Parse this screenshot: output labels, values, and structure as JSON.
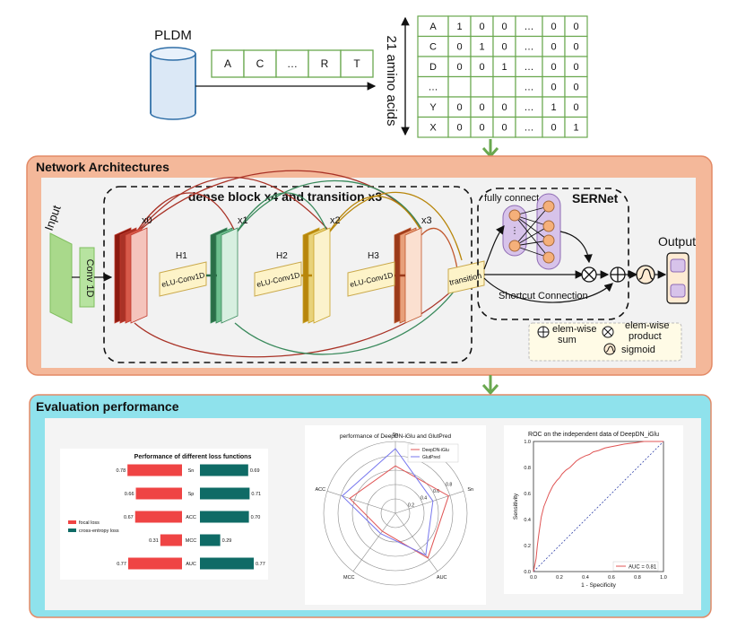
{
  "top": {
    "db_label": "PLDM",
    "sequence": [
      "A",
      "C",
      "…",
      "R",
      "T"
    ],
    "axis_label": "21 amino acids",
    "onehot_rows": [
      [
        "A",
        "1",
        "0",
        "0",
        "…",
        "0",
        "0"
      ],
      [
        "C",
        "0",
        "1",
        "0",
        "…",
        "0",
        "0"
      ],
      [
        "D",
        "0",
        "0",
        "1",
        "…",
        "0",
        "0"
      ],
      [
        "…",
        "",
        "",
        "",
        "…",
        "0",
        "0"
      ],
      [
        "Y",
        "0",
        "0",
        "0",
        "…",
        "1",
        "0"
      ],
      [
        "X",
        "0",
        "0",
        "0",
        "…",
        "0",
        "1"
      ]
    ]
  },
  "network": {
    "title": "Network Architectures",
    "input_label": "Input",
    "conv_label": "Conv 1D",
    "dense_title": "dense block x4 and transition x3",
    "x_labels": [
      "x0",
      "x1",
      "x2",
      "x3"
    ],
    "h_labels": [
      "H1",
      "H2",
      "H3"
    ],
    "elu_label": "eLU-Conv1D",
    "transition_label": "transition",
    "sernet_title": "SERNet",
    "fully_connect": "fully connect",
    "shortcut": "Shortcut Connection",
    "output_label": "Output",
    "legend": {
      "sum": "elem-wise\nsum",
      "product": "elem-wise\nproduct",
      "sigmoid": "sigmoid"
    },
    "colors": {
      "x0": "#c0392b",
      "x1": "#3a8a5c",
      "x2": "#c9a227",
      "x3": "#c0552b"
    }
  },
  "evaluation": {
    "title": "Evaluation performance",
    "charts": [
      {
        "type": "bar",
        "title": "Performance of different loss functions",
        "categories": [
          "Sn",
          "Sp",
          "ACC",
          "MCC",
          "AUC"
        ],
        "series": [
          {
            "name": "focal loss",
            "values": [
              0.78,
              0.66,
              0.67,
              0.31,
              0.77
            ],
            "color": "#ef4444"
          },
          {
            "name": "cross-entropy loss",
            "values": [
              0.69,
              0.71,
              0.7,
              0.29,
              0.77
            ],
            "color": "#0f6b66"
          }
        ],
        "value_labels": {
          "left": [
            "0.78",
            "0.66",
            "0.67",
            "0.31",
            "0.77"
          ],
          "right": [
            "0.69",
            "0.71",
            "0.70",
            "0.29",
            "0.77"
          ]
        }
      },
      {
        "type": "radar",
        "title": "performance of DeepDN-iGlu and GlutPred",
        "axes": [
          "Sp",
          "Sn",
          "AUC",
          "MCC",
          "ACC"
        ],
        "ring_labels": [
          "0.2",
          "0.4",
          "0.6",
          "0.8"
        ],
        "series": [
          {
            "name": "DeepDN-iGlu",
            "values": [
              0.66,
              0.78,
              0.77,
              0.31,
              0.67
            ],
            "color": "#e05555"
          },
          {
            "name": "GlutPred",
            "values": [
              0.9,
              0.55,
              0.72,
              0.35,
              0.78
            ],
            "color": "#7777ee"
          }
        ]
      },
      {
        "type": "line",
        "title": "ROC on the independent data of DeepDN_iGlu",
        "xlabel": "1 - Specificity",
        "ylabel": "Sensitivity",
        "xlim": [
          0,
          1
        ],
        "ylim": [
          0,
          1
        ],
        "ticks": [
          "0.0",
          "0.2",
          "0.4",
          "0.6",
          "0.8",
          "1.0"
        ],
        "legend": "AUC = 0.81",
        "roc_x": [
          0,
          0.01,
          0.02,
          0.03,
          0.04,
          0.05,
          0.06,
          0.08,
          0.1,
          0.12,
          0.15,
          0.18,
          0.2,
          0.22,
          0.25,
          0.28,
          0.3,
          0.33,
          0.36,
          0.4,
          0.43,
          0.46,
          0.5,
          0.55,
          0.6,
          0.65,
          0.7,
          0.78,
          0.85,
          0.92,
          1.0
        ],
        "roc_y": [
          0,
          0.05,
          0.1,
          0.2,
          0.28,
          0.35,
          0.42,
          0.5,
          0.55,
          0.6,
          0.66,
          0.7,
          0.72,
          0.75,
          0.78,
          0.8,
          0.82,
          0.85,
          0.87,
          0.89,
          0.9,
          0.92,
          0.93,
          0.95,
          0.96,
          0.97,
          0.98,
          0.99,
          1.0,
          1.0,
          1.0
        ]
      }
    ]
  }
}
